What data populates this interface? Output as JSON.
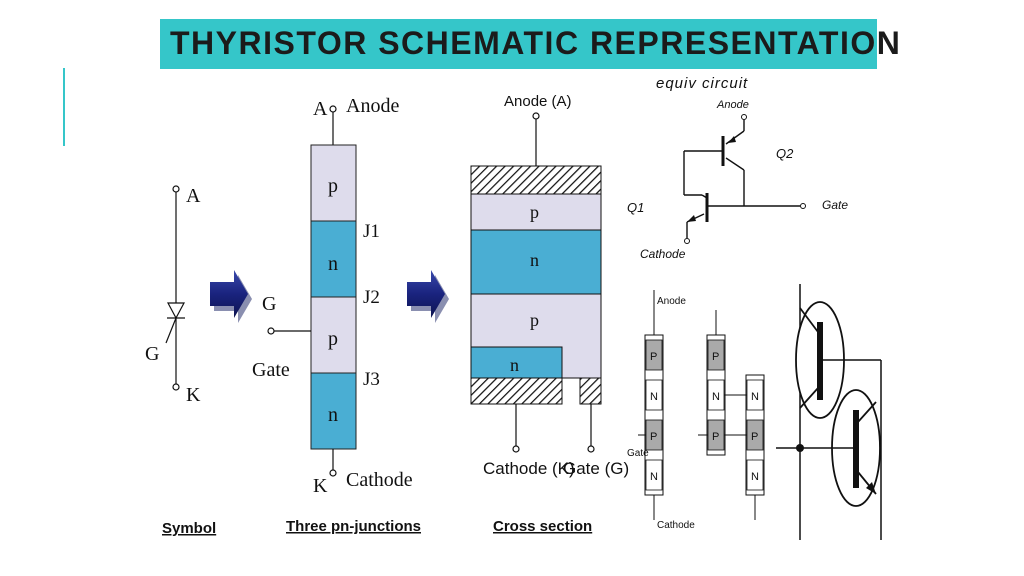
{
  "title": "THYRISTOR SCHEMATIC REPRESENTATION",
  "symbol": {
    "anode": "A",
    "gate": "G",
    "cathode": "K",
    "caption": "Symbol"
  },
  "junctions": {
    "anode_letter": "A",
    "anode_label": "Anode",
    "layers": [
      "p",
      "n",
      "p",
      "n"
    ],
    "junction_labels": [
      "J1",
      "J2",
      "J3"
    ],
    "gate_letter": "G",
    "gate_label": "Gate",
    "cathode_letter": "K",
    "cathode_label": "Cathode",
    "caption": "Three pn-junctions"
  },
  "cross_section": {
    "anode_label": "Anode (A)",
    "layers": [
      "p",
      "n",
      "p",
      "n"
    ],
    "cathode_label": "Cathode (K)",
    "gate_label": "Gate (G)",
    "caption": "Cross section"
  },
  "equiv_circuit": {
    "title": "equiv circuit",
    "anode": "Anode",
    "q1": "Q1",
    "q2": "Q2",
    "gate": "Gate",
    "cathode": "Cathode"
  },
  "two_transistor": {
    "anode": "Anode",
    "gate": "Gate",
    "cathode": "Cathode",
    "stack_layers": [
      "P",
      "N",
      "P",
      "N"
    ],
    "split_left": [
      "P",
      "N",
      "P"
    ],
    "split_right": [
      "N",
      "P",
      "N"
    ]
  },
  "colors": {
    "accent": "#35c6c9",
    "n_layer": "#4aaed3",
    "p_layer": "#dedcec",
    "arrow": "#1a237e",
    "gray_layer": "#aaaaaa"
  }
}
